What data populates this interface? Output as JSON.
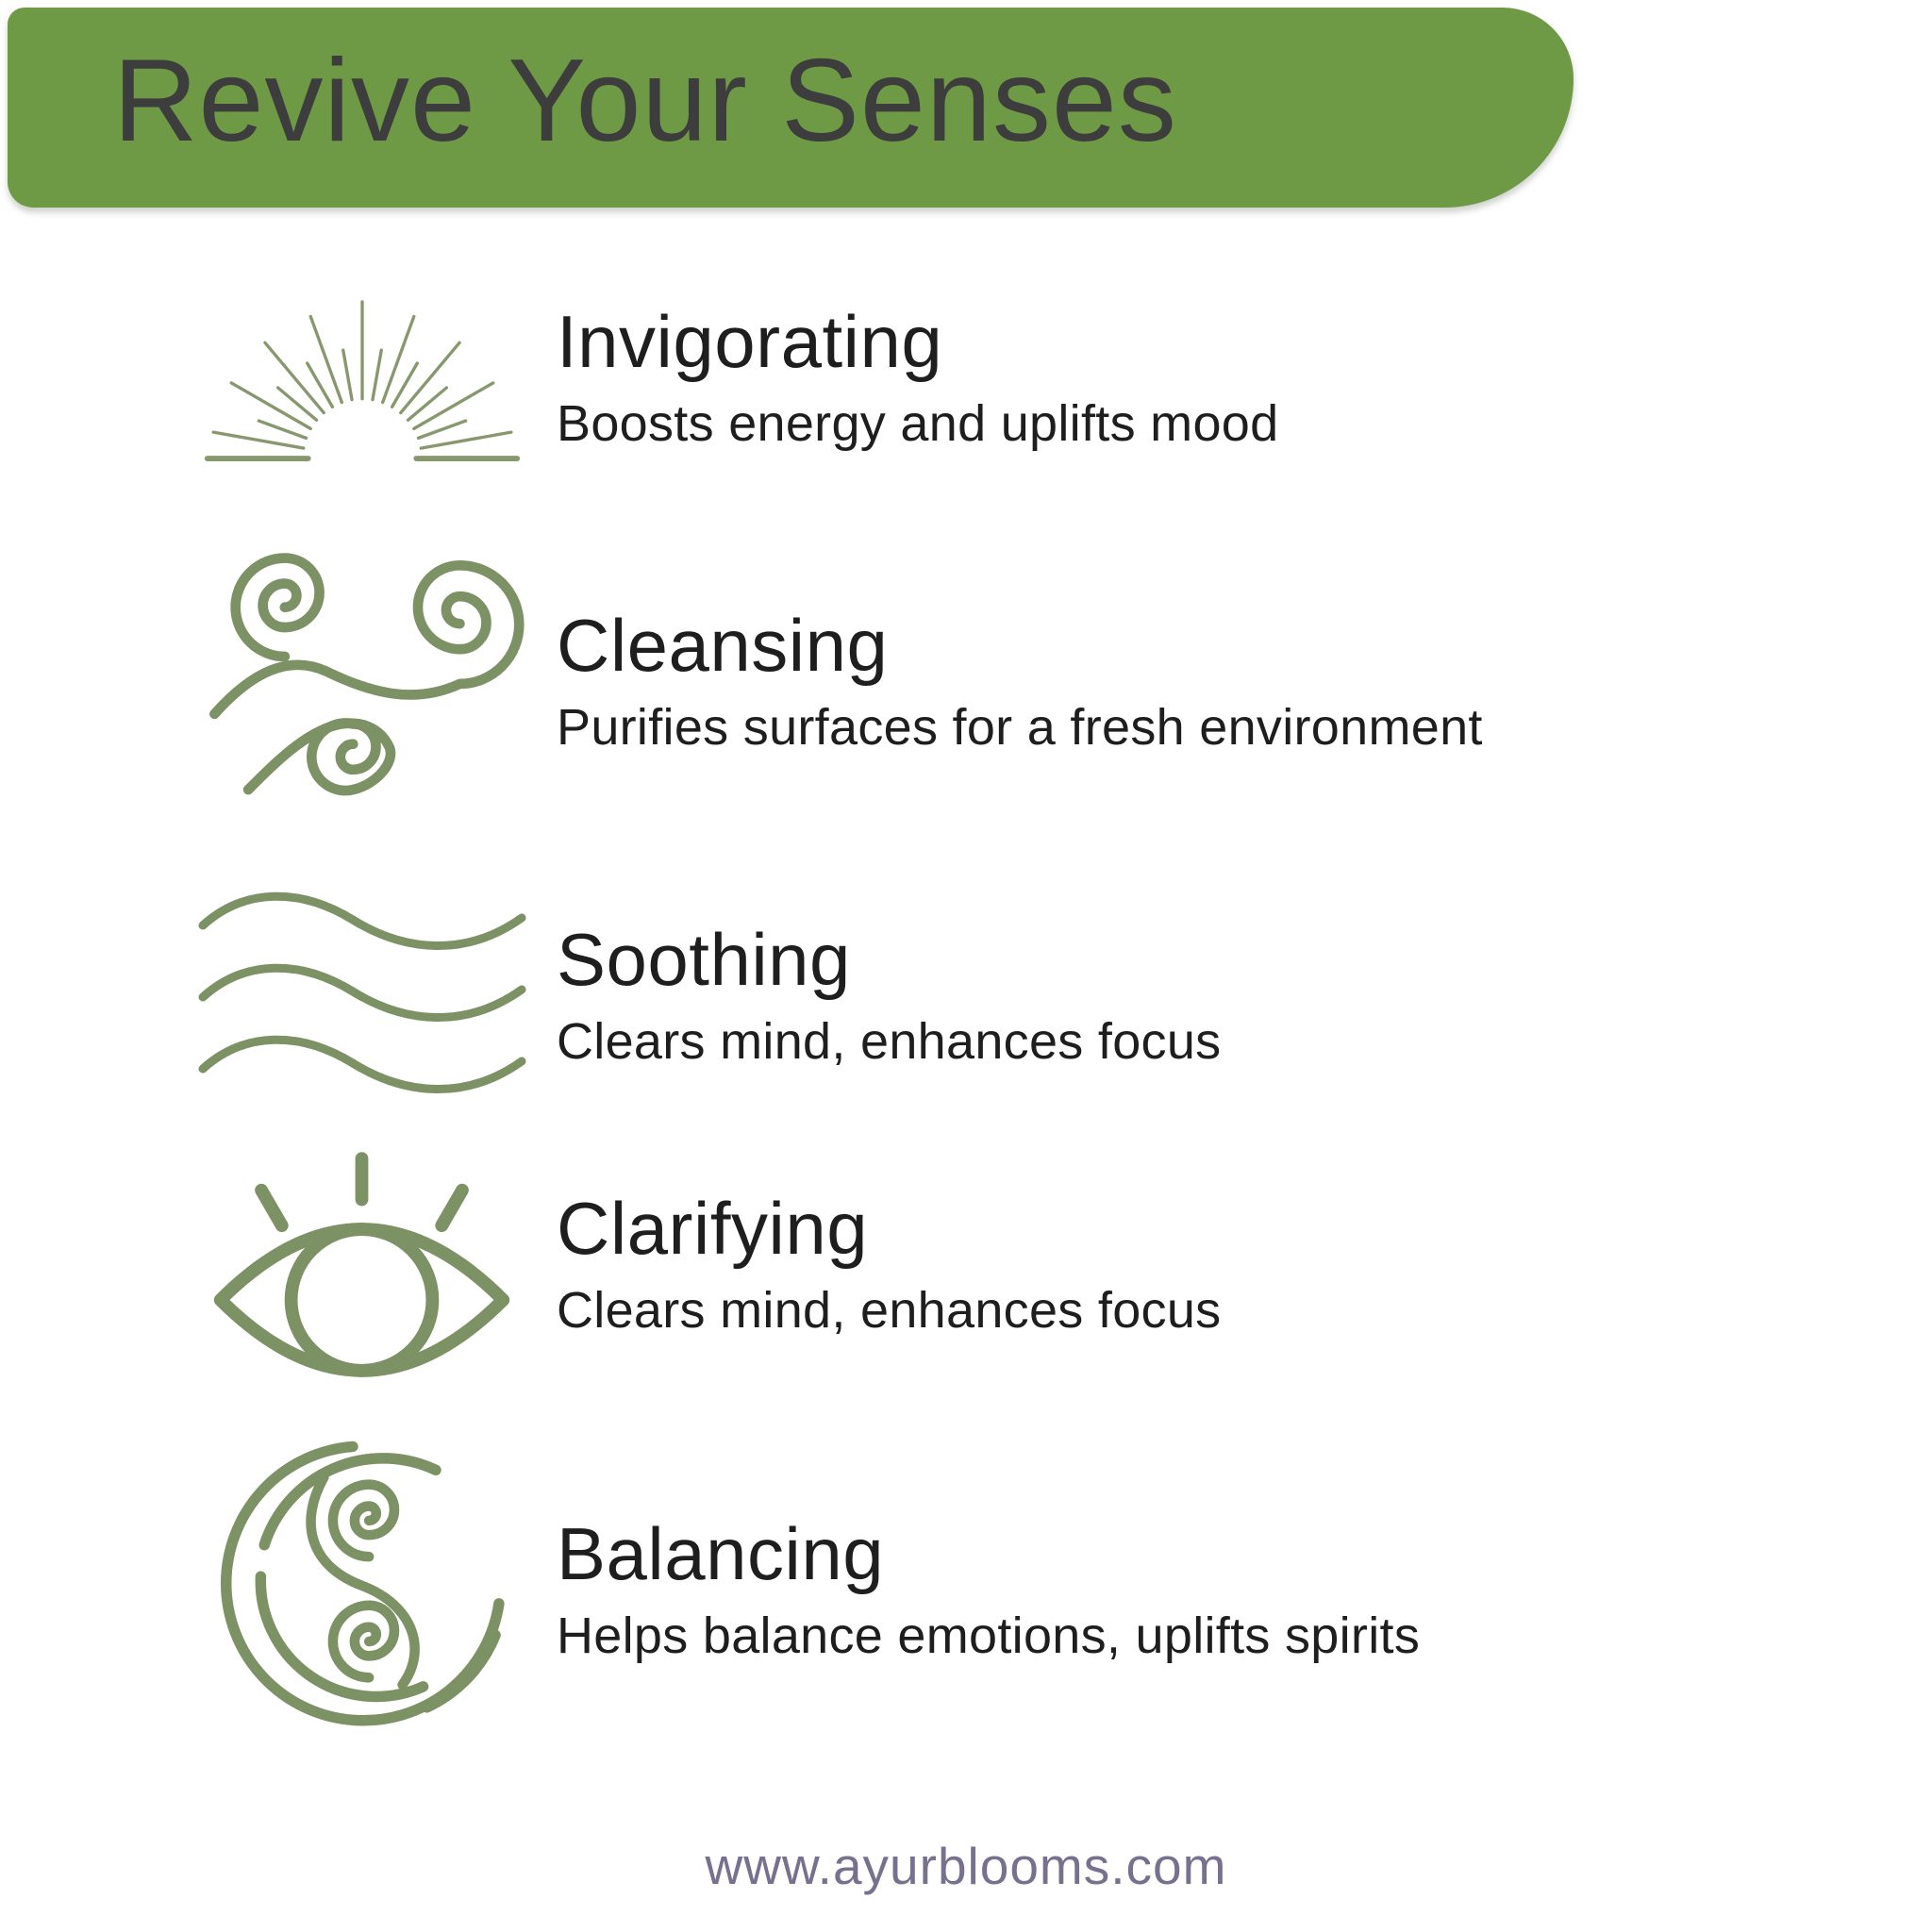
{
  "header": {
    "title": "Revive Your Senses"
  },
  "benefits": [
    {
      "icon": "sunrise-rays-icon",
      "title": "Invigorating",
      "description": "Boosts energy and uplifts mood"
    },
    {
      "icon": "wind-swirls-icon",
      "title": "Cleansing",
      "description": "Purifies surfaces for a fresh environment"
    },
    {
      "icon": "waves-icon",
      "title": "Soothing",
      "description": "Clears mind, enhances focus"
    },
    {
      "icon": "eye-icon",
      "title": "Clarifying",
      "description": "Clears mind, enhances focus"
    },
    {
      "icon": "yin-yang-spirals-icon",
      "title": "Balancing",
      "description": "Helps balance emotions, uplifts spirits"
    }
  ],
  "footer": {
    "website": "www.ayurblooms.com"
  },
  "colors": {
    "banner_green": "#6f9a45",
    "icon_green": "#7c9164",
    "title_text": "#1e1e1e",
    "header_text": "#3d3d3d",
    "footer_text": "#77708e"
  }
}
